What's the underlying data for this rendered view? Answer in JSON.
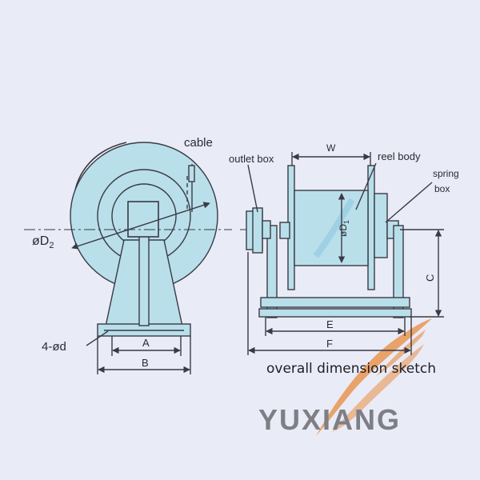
{
  "labels": {
    "cable": "cable",
    "outlet_box": "outlet box",
    "reel_body": "reel body",
    "spring": "spring",
    "box": "box",
    "W": "W",
    "phiD1": "øD",
    "D1_sub": "1",
    "phiD2": "øD",
    "D2_sub": "2",
    "holes": "4-ød",
    "A": "A",
    "B": "B",
    "C": "C",
    "E": "E",
    "F": "F"
  },
  "caption": "overall dimension sketch",
  "brand": "YUXIANG",
  "colors": {
    "background": "#e9ebf6",
    "reel_fill": "#b9dfea",
    "line": "#3a3a44",
    "logo_swoosh": "#e88a3c",
    "brand_text": "#7e7e86"
  }
}
